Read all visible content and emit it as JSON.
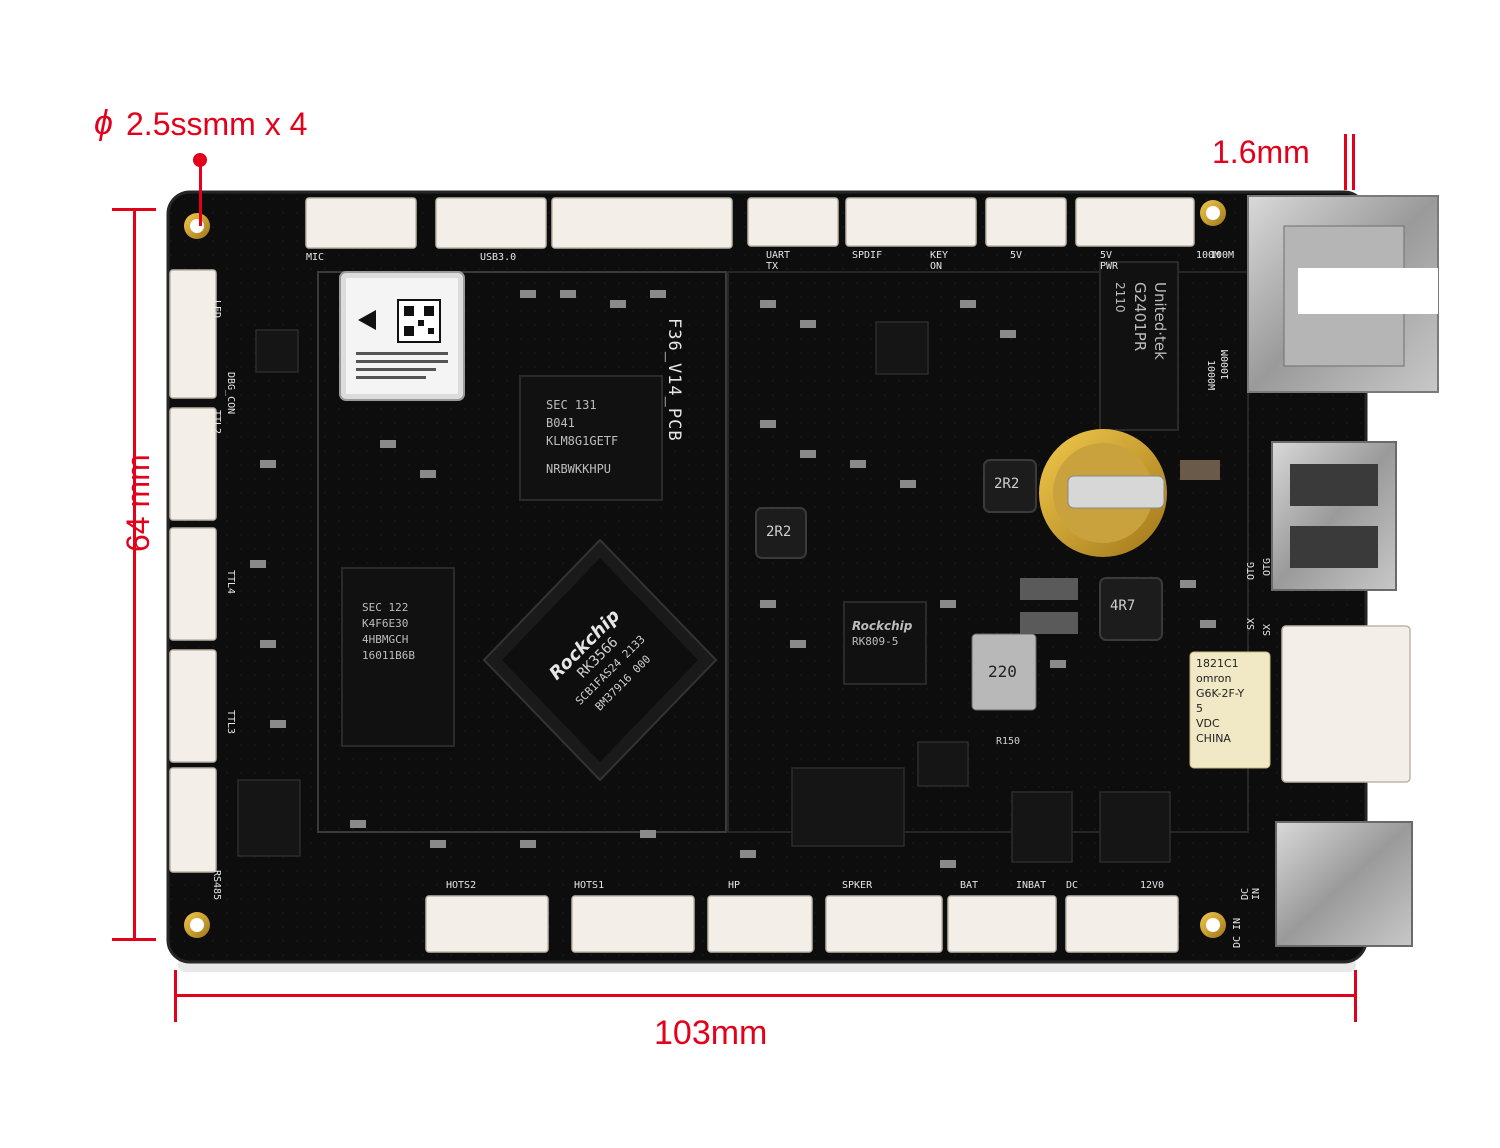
{
  "annotations": {
    "hole_label": "2.5ssmm x 4",
    "hole_symbol": "ϕ",
    "thickness_label": "1.6mm",
    "height_label": "64 mm",
    "width_label": "103mm",
    "color": "#e3001b"
  },
  "board": {
    "pcb_label": "F36_V14_PCB",
    "soc": {
      "brand": "Rockchip",
      "model": "RK3566",
      "line1": "SCB1FAS24 2133",
      "line2": "BM37916 000"
    },
    "emmc": {
      "line1": "SEC 131",
      "line2": "B041",
      "line3": "KLM8G1GETF",
      "line4": "NRBWKKHPU"
    },
    "ram": {
      "line1": "SEC 122",
      "line2": "K4F6E30",
      "line3": "4HBMGCH",
      "line4": "16011B6B"
    },
    "lan_chip": {
      "line1": "United·tek",
      "line2": "G2401PR",
      "line3": "2110"
    },
    "pmic": {
      "brand": "Rockchip",
      "model": "RK809-5"
    },
    "relay": {
      "line1": "1821C1",
      "line2": "omron",
      "line3": "G6K-2F-Y",
      "line4": "5",
      "line5": "VDC",
      "line6": "CHINA"
    },
    "inductors": [
      "2R2",
      "2R2",
      "4R7",
      "220",
      "R150"
    ],
    "top_connectors": [
      "MIC",
      "USB3.0",
      "UART TX",
      "SPDIF",
      "KEY ON",
      "5V",
      "5V PWR",
      "100M"
    ],
    "left_connectors": [
      "LED",
      "DBG_CON",
      "TTL2",
      "TTL4",
      "TTL3",
      "RS485"
    ],
    "bottom_connectors": [
      "HOTS2",
      "HOTS1",
      "HP",
      "SPKER",
      "BAT",
      "INBAT",
      "DC",
      "12V0",
      "DC IN"
    ],
    "right_labels": [
      "1000M",
      "OTG",
      "SX"
    ]
  }
}
